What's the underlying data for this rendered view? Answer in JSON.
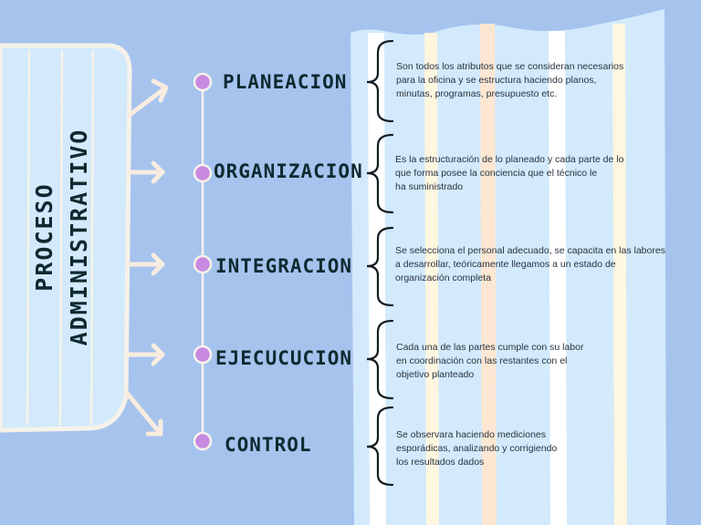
{
  "title": {
    "line1": "PROCESO",
    "line2": "ADMINISTRATIVO"
  },
  "stages": [
    {
      "name": "PLANEACION",
      "description": "Son todos los atributos que se consideran necesarios\npara la oficina y se estructura haciendo planos,\nminutas, programas, presupuesto etc."
    },
    {
      "name": "ORGANIZACION",
      "description": "Es la estructuración de lo planeado y cada parte de lo\nque forma posee la conciencia que el técnico le\n ha suministrado"
    },
    {
      "name": "INTEGRACION",
      "description": "Se selecciona el personal adecuado, se capacita en las labores\na desarrollar, teóricamente llegamos a un estado de\norganización completa"
    },
    {
      "name": "EJECUCUCION",
      "description": "Cada una de las partes cumple con su labor\nen coordinación con las restantes con el\nobjetivo planteado"
    },
    {
      "name": "CONTROL",
      "description": "Se observara haciendo mediciones\nesporádicas, analizando y corrigiendo\nlos resultados dados"
    }
  ],
  "colors": {
    "background": "#a6c3ee",
    "panel": "#d2eafb",
    "node": "#c88ae0",
    "ink": "#0e2a30"
  }
}
